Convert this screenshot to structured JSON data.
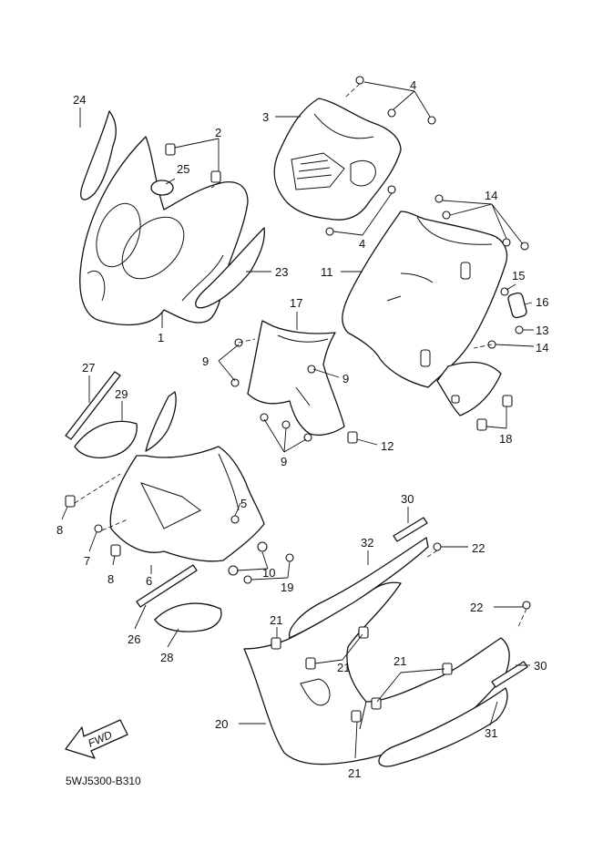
{
  "diagram": {
    "drawing_code": "5WJ5300-B310",
    "direction_label": "FWD",
    "callouts": {
      "c1": "1",
      "c2": "2",
      "c3": "3",
      "c4a": "4",
      "c4b": "4",
      "c5": "5",
      "c6": "6",
      "c7": "7",
      "c8a": "8",
      "c8b": "8",
      "c9a": "9",
      "c9b": "9",
      "c9c": "9",
      "c10": "10",
      "c11": "11",
      "c12": "12",
      "c13": "13",
      "c14a": "14",
      "c14b": "14",
      "c15": "15",
      "c16": "16",
      "c17": "17",
      "c18": "18",
      "c19": "19",
      "c20": "20",
      "c21a": "21",
      "c21b": "21",
      "c21c": "21",
      "c21d": "21",
      "c22a": "22",
      "c22b": "22",
      "c23": "23",
      "c24": "24",
      "c25": "25",
      "c26": "26",
      "c27": "27",
      "c28": "28",
      "c29": "29",
      "c30a": "30",
      "c30b": "30",
      "c31": "31",
      "c32": "32"
    }
  }
}
